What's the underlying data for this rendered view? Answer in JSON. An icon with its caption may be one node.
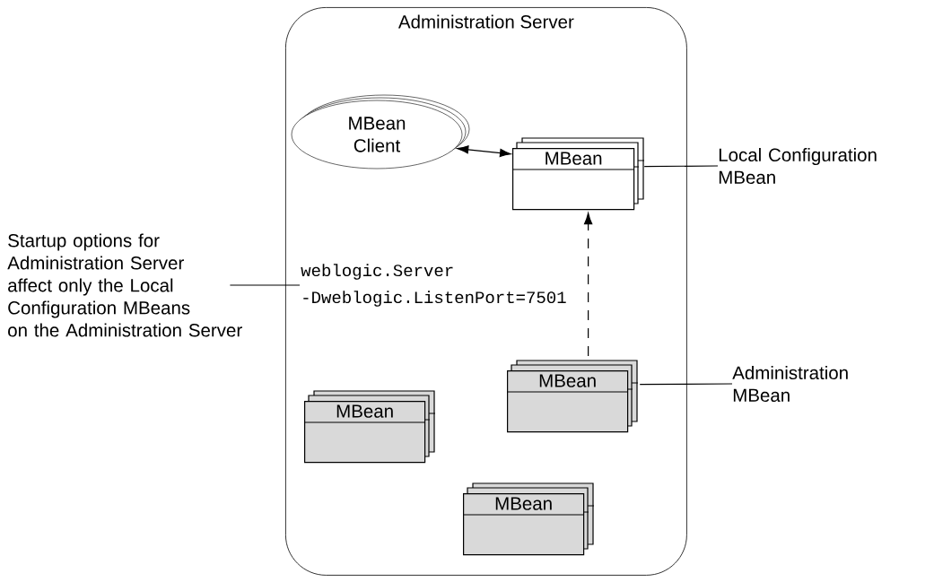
{
  "diagram": {
    "nodes": [
      {
        "text": [
          "Administration Server"
        ]
      },
      {
        "text": [
          "MBean Client"
        ],
        "in": 0
      },
      {
        "text": [
          "MBean"
        ],
        "in": 0
      },
      {
        "text": [
          "MBean"
        ],
        "in": 0
      },
      {
        "text": [
          "MBean"
        ],
        "in": 0
      },
      {
        "text": [
          "MBean"
        ],
        "in": 0
      },
      {
        "text": [
          "Local Configuration MBean"
        ]
      },
      {
        "text": [
          "Administration MBean"
        ]
      },
      {
        "text": [
          "Startup options for Administration Server affect only the Local Configuration MBeans on the Administration Server"
        ]
      },
      {
        "text": [
          "weblogic.Server -Dweblogic.ListenPort=7501"
        ],
        "in": 0
      }
    ],
    "edges": [
      {
        "from": 1,
        "to": 2,
        "arrow": "both"
      },
      {
        "from": 3,
        "to": 2,
        "arrow": "to",
        "style": "dashed"
      },
      {
        "from": 6,
        "to": 2,
        "arrow": "none"
      },
      {
        "from": 7,
        "to": 3,
        "arrow": "none"
      },
      {
        "from": 8,
        "to": 9,
        "arrow": "none"
      }
    ]
  }
}
